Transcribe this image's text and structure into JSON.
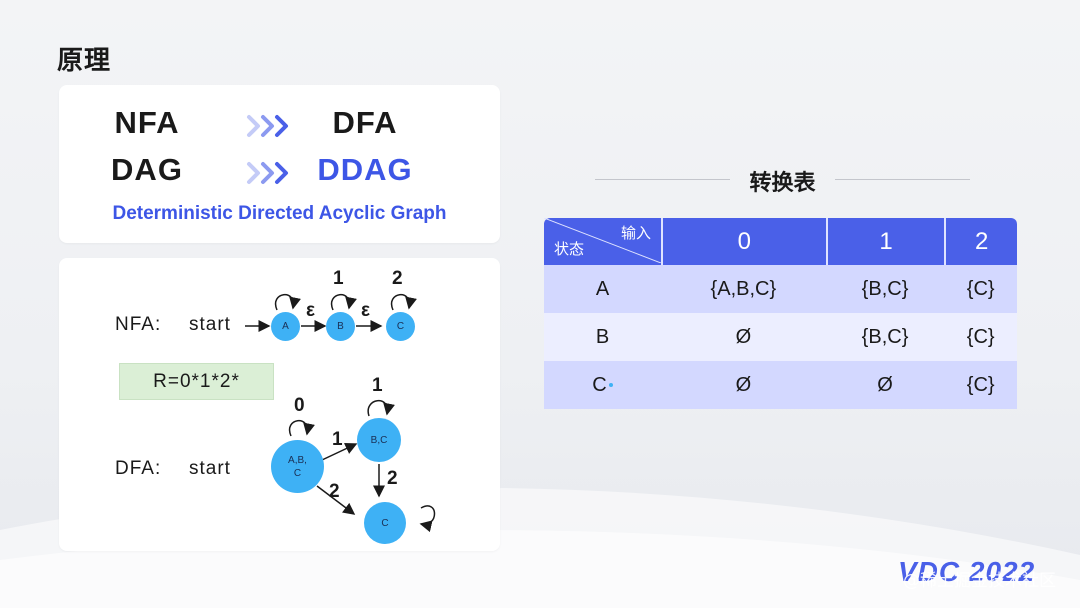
{
  "title": "原理",
  "conversion": {
    "rows": [
      {
        "from": "NFA",
        "to": "DFA",
        "to_color": "#1a1a1a"
      },
      {
        "from": "DAG",
        "to": "DDAG",
        "to_color": "#3d56e6"
      }
    ],
    "subtitle": "Deterministic Directed Acyclic Graph",
    "arrow_icon": "triple-chevron-right-icon",
    "accent": "#4a60e8"
  },
  "diagram": {
    "nfa_label": "NFA:",
    "dfa_label": "DFA:",
    "start_label": "start",
    "regex": "R=0*1*2*",
    "nfa_states": [
      "A",
      "B",
      "C"
    ],
    "nfa_loop_labels": [
      "1",
      "2"
    ],
    "nfa_epsilon": "ε",
    "dfa_states": [
      {
        "id": "abc",
        "label": "A,B,\nC"
      },
      {
        "id": "bc",
        "label": "B,C"
      },
      {
        "id": "c",
        "label": "C"
      }
    ],
    "dfa_labels": {
      "loop_abc": "0",
      "loop_bc": "1",
      "abc_to_bc": "1",
      "abc_to_c": "2",
      "bc_to_c": "2"
    },
    "state_color": "#3eb1f5",
    "regex_bg": "#dbefd6"
  },
  "table_title": "转换表",
  "table": {
    "corner_input": "输入",
    "corner_state": "状态",
    "columns": [
      "0",
      "1",
      "2"
    ],
    "rows": [
      {
        "state": "A",
        "cells": [
          "{A,B,C}",
          "{B,C}",
          "{C}"
        ]
      },
      {
        "state": "B",
        "cells": [
          "Ø",
          "{B,C}",
          "{C}"
        ]
      },
      {
        "state": "C",
        "cells": [
          "Ø",
          "Ø",
          "{C}"
        ]
      }
    ],
    "header_color": "#4a60e8"
  },
  "logo": "VDC 2022",
  "watermark": "@稀土掘金技术社区"
}
